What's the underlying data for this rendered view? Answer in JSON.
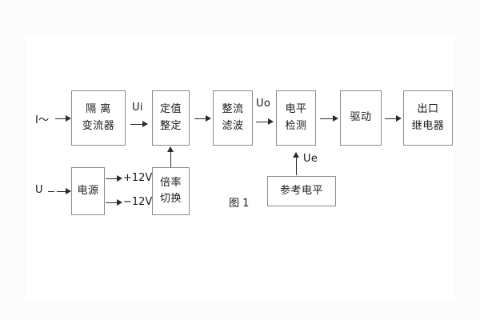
{
  "figure": {
    "caption": "图 1",
    "background_color": "#fcfcfc",
    "panel_color": "#ffffff",
    "line_color": "#2b2b2b",
    "box_border_color": "#8c8c8c"
  },
  "inputs": {
    "current_input": "I～",
    "voltage_input": "U"
  },
  "signals": {
    "ui": "Ui",
    "uo": "Uo",
    "ue": "Ue"
  },
  "power_outputs": {
    "positive": "+12V",
    "negative": "−12V"
  },
  "blocks": {
    "isolation_transformer": {
      "line1": "隔 离",
      "line2": "变流器"
    },
    "setting_value": {
      "line1": "定值",
      "line2": "整定"
    },
    "rectify_filter": {
      "line1": "整流",
      "line2": "滤波"
    },
    "level_detect": {
      "line1": "电平",
      "line2": "检测"
    },
    "drive": {
      "line1": "驱动"
    },
    "output_relay": {
      "line1": "出口",
      "line2": "继电器"
    },
    "power_supply": {
      "line1": "电源"
    },
    "multiplier_switch": {
      "line1": "倍率",
      "line2": "切换"
    },
    "reference_level": {
      "line1": "参考电平"
    }
  }
}
